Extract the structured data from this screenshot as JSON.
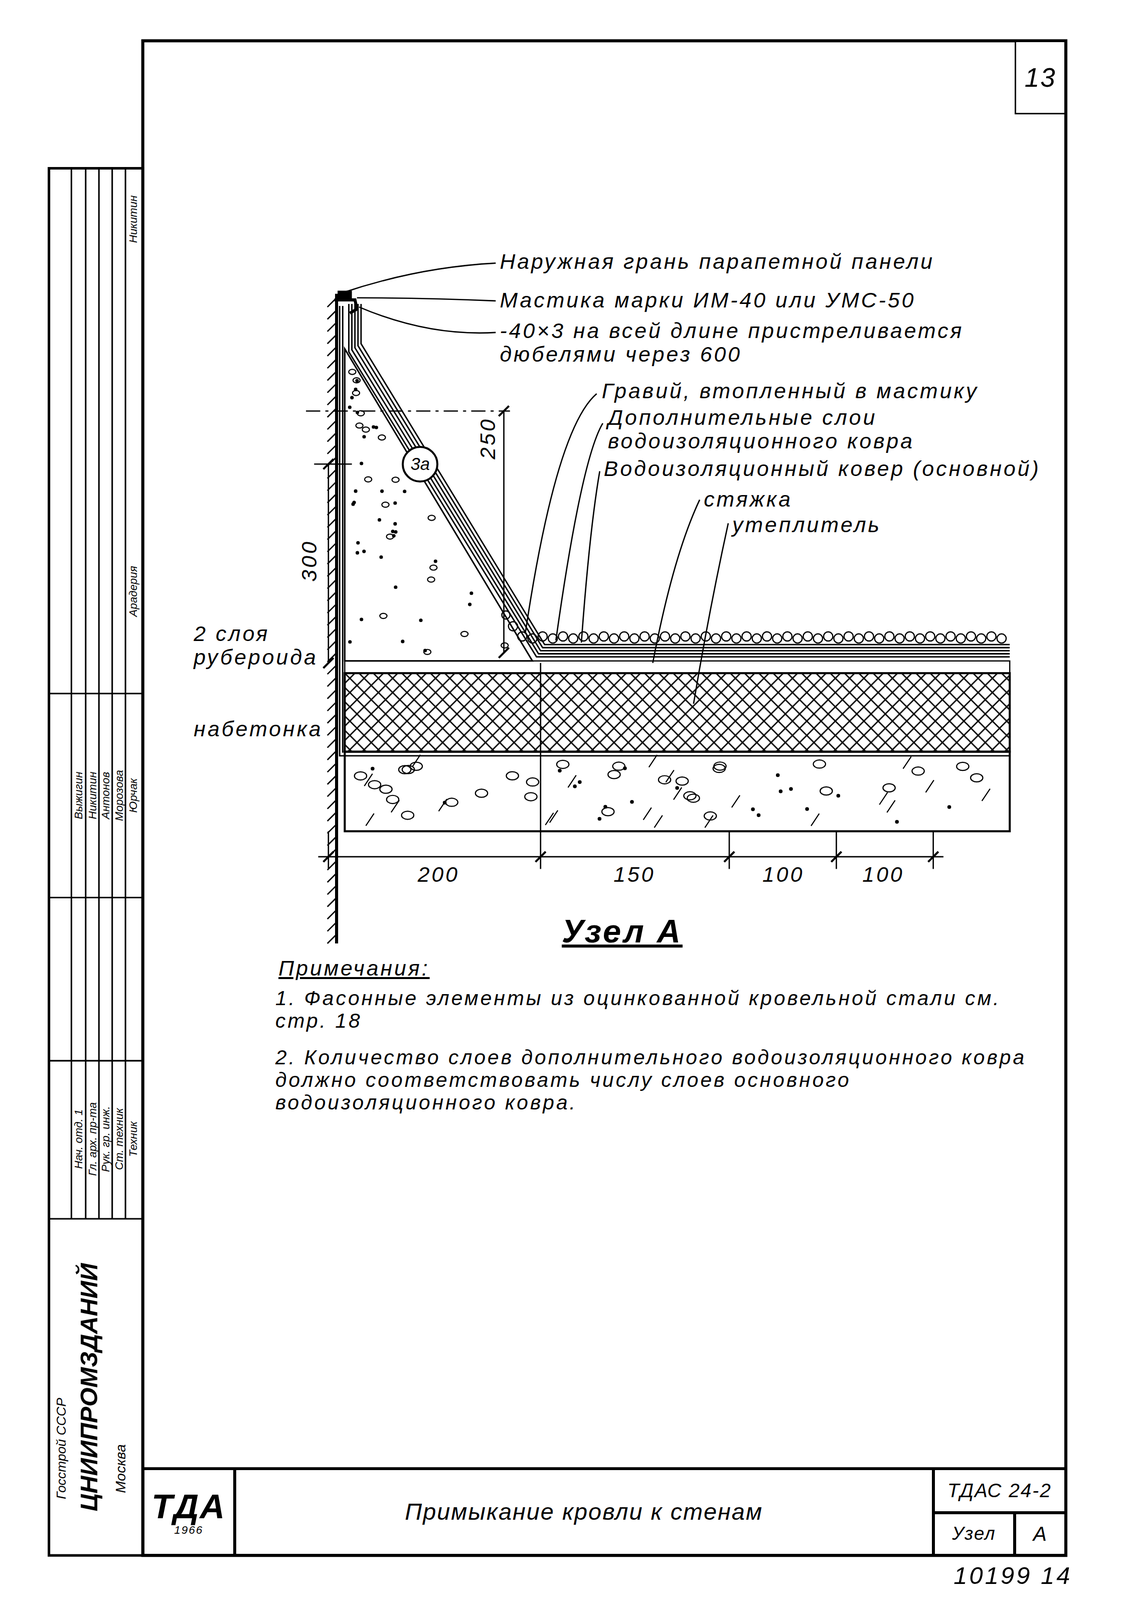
{
  "diagram": {
    "nodes": [
      {
        "text": [
          "13"
        ]
      },
      {
        "text": [
          "3а"
        ]
      },
      {
        "text": [
          "ТДА",
          "1966"
        ]
      },
      {
        "text": [
          "Примыкание кровли к стенам"
        ]
      },
      {
        "text": [
          "ТДАС 24-2"
        ]
      },
      {
        "text": [
          "Узел"
        ]
      },
      {
        "text": [
          "А"
        ]
      }
    ],
    "labels": [
      "Наружная грань парапетной панели",
      "Мастика марки ИМ-40 или УМС-50",
      "-40×3 на всей длине пристреливается дюбелями через 600",
      "Гравий, втопленный в мастику",
      "Дополнительные слои водоизоляционного ковра",
      "Водоизоляционный ковер (основной)",
      "стяжка",
      "утеплитель",
      "2 слоя рубероида",
      "набетонка",
      "300",
      "250",
      "200",
      "150",
      "100",
      "100",
      "Узел А",
      "Примечания:",
      "1. Фасонные элементы из оцинкованной кровельной стали см. стр. 18",
      "2. Количество слоев дополнительного водоизоляционного ковра должно соответствовать числу слоев основного водоизоляционного ковра.",
      "Никитин",
      "Арадерия",
      "Нач. отд. 1",
      "Гл. арх. пр-та",
      "Рук. гр. инж.",
      "Ст. техник",
      "Техник",
      "Выжигин",
      "Никитин",
      "Антонов",
      "Морозова",
      "Юрчак",
      "Госстрой СССР",
      "ЦНИИПРОМЗДАНИЙ",
      "Москва",
      "10199 14"
    ]
  }
}
